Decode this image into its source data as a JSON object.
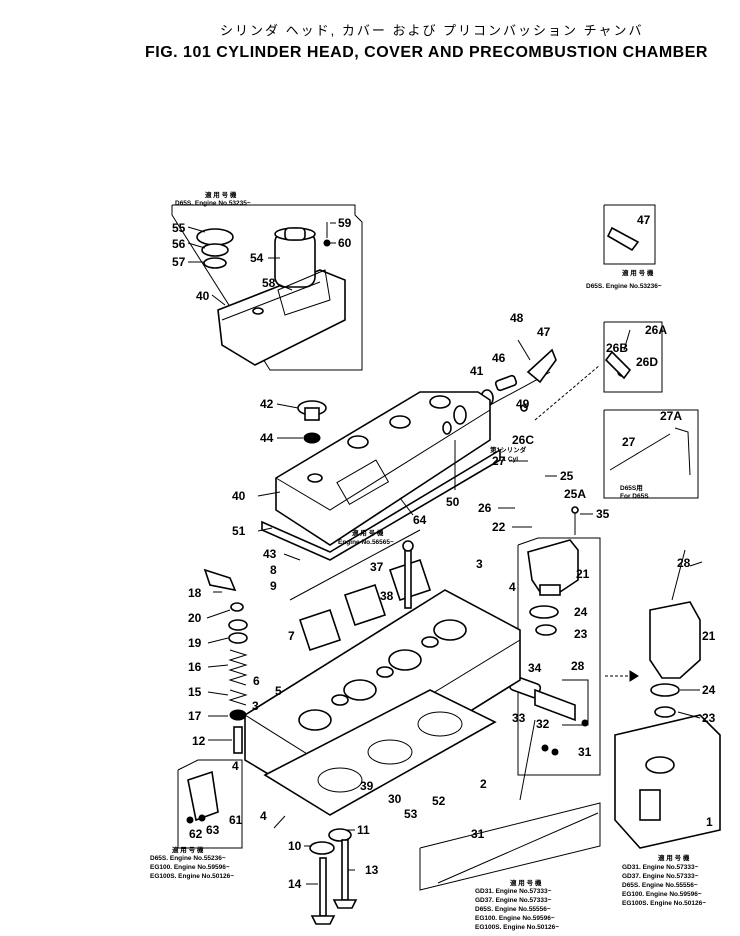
{
  "header": {
    "japanese_title": "シリンダ ヘッド, カバー および プリコンバッション チャンバ",
    "title": "FIG. 101  CYLINDER HEAD, COVER AND PRECOMBUSTION CHAMBER"
  },
  "insets": {
    "top_left": {
      "heading": "適 用 号 機",
      "note": "D65S. Engine No.53235~"
    },
    "top_right": {
      "heading": "適 用 号 機",
      "note": "D65S. Engine No.53236~"
    },
    "cylinder_no1": {
      "line1": "第1シリンダ",
      "line2": "No.1 Cyl"
    },
    "d65s_label": {
      "line1": "D65S用",
      "line2": "For D65S"
    },
    "middle": {
      "heading": "適 用 号 機",
      "note": "Engine No.56565~"
    },
    "bottom_left": {
      "heading": "適 用 号 機",
      "lines": [
        "D65S.   Engine No.55236~",
        "EG100.  Engine No.59596~",
        "EG100S. Engine No.50126~"
      ]
    },
    "bottom_center": {
      "heading": "適 用 号 機",
      "lines": [
        "GD31.   Engine No.57333~",
        "GD37.   Engine No.57333~",
        "D65S.   Engine No.55556~",
        "EG100.  Engine No.59596~",
        "EG100S. Engine No.50126~"
      ]
    },
    "bottom_right": {
      "heading": "適 用 号 機",
      "lines": [
        "GD31.   Engine No.57333~",
        "GD37.   Engine No.57333~",
        "D65S.   Engine No.55556~",
        "EG100.  Engine No.59596~",
        "EG100S. Engine No.50126~"
      ]
    }
  },
  "callouts": [
    {
      "id": "c55",
      "label": "55"
    },
    {
      "id": "c56",
      "label": "56"
    },
    {
      "id": "c57",
      "label": "57"
    },
    {
      "id": "c40a",
      "label": "40"
    },
    {
      "id": "c54",
      "label": "54"
    },
    {
      "id": "c58",
      "label": "58"
    },
    {
      "id": "c59",
      "label": "59"
    },
    {
      "id": "c60",
      "label": "60"
    },
    {
      "id": "c47a",
      "label": "47"
    },
    {
      "id": "c48",
      "label": "48"
    },
    {
      "id": "c47b",
      "label": "47"
    },
    {
      "id": "c46",
      "label": "46"
    },
    {
      "id": "c41",
      "label": "41"
    },
    {
      "id": "c49",
      "label": "49"
    },
    {
      "id": "c26A",
      "label": "26A"
    },
    {
      "id": "c26B",
      "label": "26B"
    },
    {
      "id": "c26D",
      "label": "26D"
    },
    {
      "id": "c26C",
      "label": "26C"
    },
    {
      "id": "c27A",
      "label": "27A"
    },
    {
      "id": "c27b",
      "label": "27"
    },
    {
      "id": "c42",
      "label": "42"
    },
    {
      "id": "c44",
      "label": "44"
    },
    {
      "id": "c40b",
      "label": "40"
    },
    {
      "id": "c50",
      "label": "50"
    },
    {
      "id": "c64",
      "label": "64"
    },
    {
      "id": "c51",
      "label": "51"
    },
    {
      "id": "c27a",
      "label": "27"
    },
    {
      "id": "c25",
      "label": "25"
    },
    {
      "id": "c25A",
      "label": "25A"
    },
    {
      "id": "c26",
      "label": "26"
    },
    {
      "id": "c22",
      "label": "22"
    },
    {
      "id": "c35",
      "label": "35"
    },
    {
      "id": "c43",
      "label": "43"
    },
    {
      "id": "c8",
      "label": "8"
    },
    {
      "id": "c9",
      "label": "9"
    },
    {
      "id": "c37",
      "label": "37"
    },
    {
      "id": "c3a",
      "label": "3"
    },
    {
      "id": "c4a",
      "label": "4"
    },
    {
      "id": "c18",
      "label": "18"
    },
    {
      "id": "c38",
      "label": "38"
    },
    {
      "id": "c20",
      "label": "20"
    },
    {
      "id": "c21a",
      "label": "21"
    },
    {
      "id": "c24a",
      "label": "24"
    },
    {
      "id": "c23a",
      "label": "23"
    },
    {
      "id": "c19",
      "label": "19"
    },
    {
      "id": "c7",
      "label": "7"
    },
    {
      "id": "c16",
      "label": "16"
    },
    {
      "id": "c6",
      "label": "6"
    },
    {
      "id": "c5",
      "label": "5"
    },
    {
      "id": "c34",
      "label": "34"
    },
    {
      "id": "c28a",
      "label": "28"
    },
    {
      "id": "c15",
      "label": "15"
    },
    {
      "id": "c33",
      "label": "33"
    },
    {
      "id": "c32",
      "label": "32"
    },
    {
      "id": "c17",
      "label": "17"
    },
    {
      "id": "c3b",
      "label": "3"
    },
    {
      "id": "c12",
      "label": "12"
    },
    {
      "id": "c4b",
      "label": "4"
    },
    {
      "id": "c2",
      "label": "2"
    },
    {
      "id": "c31a",
      "label": "31"
    },
    {
      "id": "c39",
      "label": "39"
    },
    {
      "id": "c30",
      "label": "30"
    },
    {
      "id": "c52",
      "label": "52"
    },
    {
      "id": "c53",
      "label": "53"
    },
    {
      "id": "c4c",
      "label": "4"
    },
    {
      "id": "c11",
      "label": "11"
    },
    {
      "id": "c1",
      "label": "1"
    },
    {
      "id": "c61",
      "label": "61"
    },
    {
      "id": "c63",
      "label": "63"
    },
    {
      "id": "c62",
      "label": "62"
    },
    {
      "id": "c10",
      "label": "10"
    },
    {
      "id": "c13",
      "label": "13"
    },
    {
      "id": "c14",
      "label": "14"
    },
    {
      "id": "c31b",
      "label": "31"
    },
    {
      "id": "c28b",
      "label": "28"
    },
    {
      "id": "c21b",
      "label": "21"
    },
    {
      "id": "c24b",
      "label": "24"
    },
    {
      "id": "c23b",
      "label": "23"
    }
  ]
}
